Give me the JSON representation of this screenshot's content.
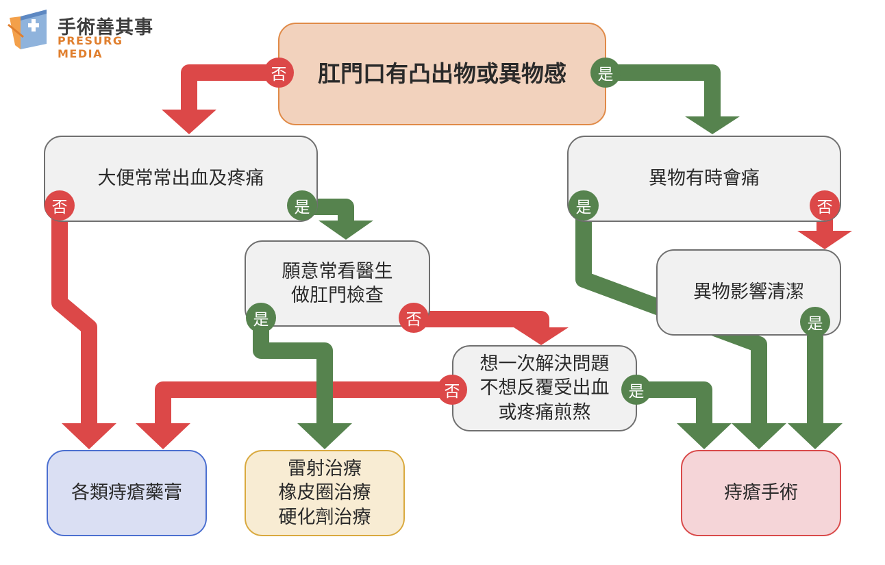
{
  "logo": {
    "name_cn": "手術善其事",
    "name_en": "PRESURG MEDIA"
  },
  "colors": {
    "no": "#dc4848",
    "yes": "#56834e"
  },
  "nodes": {
    "root": "肛門口有凸出物或異物感",
    "bleeding": "大便常常出血及疼痛",
    "foreign_pain": "異物有時會痛",
    "willing": "願意常看醫生\n做肛門檢查",
    "hygiene": "異物影響清潔",
    "once": "想一次解決問題\n不想反覆受出血\n或疼痛煎熬",
    "ointment": "各類痔瘡藥膏",
    "laser": "雷射治療\n橡皮圈治療\n硬化劑治療",
    "surgery": "痔瘡手術"
  },
  "labels": {
    "no": "否",
    "yes": "是"
  }
}
